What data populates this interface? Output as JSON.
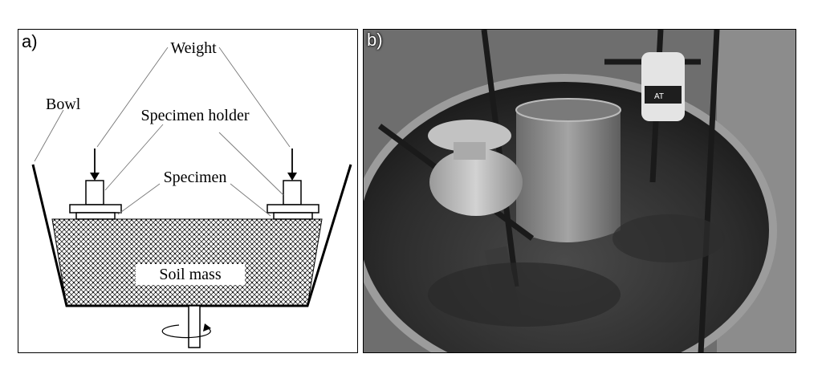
{
  "panels": {
    "a": {
      "label": "a)"
    },
    "b": {
      "label": "b)"
    }
  },
  "diagram": {
    "labels": {
      "weight": "Weight",
      "bowl": "Bowl",
      "specimen_holder": "Specimen holder",
      "specimen": "Specimen",
      "soil_mass": "Soil mass"
    }
  },
  "colors": {
    "line": "#000000",
    "background": "#ffffff"
  }
}
